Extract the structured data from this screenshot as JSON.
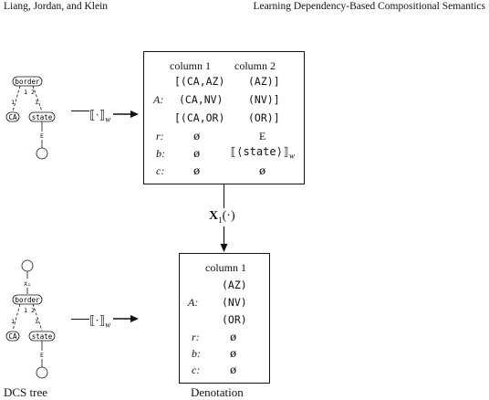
{
  "header": {
    "left": "Liang, Jordan, and Klein",
    "right": "Learning Dependency-Based Compositional Semantics"
  },
  "top_tree": {
    "root": "border",
    "edge_labels": [
      "1",
      "2",
      "1",
      "1"
    ],
    "left_child": "CA",
    "right_child": "state",
    "lower_edge": "E"
  },
  "bottom_tree": {
    "top_edge": "X₁",
    "root": "border",
    "edge_labels": [
      "1",
      "2",
      "1",
      "1"
    ],
    "left_child": "CA",
    "right_child": "state",
    "lower_edge": "E"
  },
  "arrow_label": "⟦·⟧",
  "arrow_subscript": "w",
  "top_table": {
    "col1": "column 1",
    "col2": "column 2",
    "A_label": "A:",
    "rows_col1": [
      "[(CA,AZ)",
      "(CA,NV)",
      "[(CA,OR)"
    ],
    "rows_col2": [
      "(AZ)]",
      "(NV)]",
      "(OR)]"
    ],
    "r_label": "r:",
    "r1": "ø",
    "r2": "E",
    "b_label": "b:",
    "b1": "ø",
    "b2": "⟦⟨state⟩⟧",
    "b2_sub": "w",
    "c_label": "c:",
    "c1": "ø",
    "c2": "ø"
  },
  "x_label": "X",
  "x_sub": "1",
  "x_arg": "(·)",
  "bottom_table": {
    "col1": "column 1",
    "A_label": "A:",
    "rows_col1": [
      "(AZ)",
      "(NV)",
      "(OR)"
    ],
    "r_label": "r:",
    "r1": "ø",
    "b_label": "b:",
    "b1": "ø",
    "c_label": "c:",
    "c1": "ø"
  },
  "captions": {
    "left": "DCS tree",
    "right": "Denotation"
  }
}
